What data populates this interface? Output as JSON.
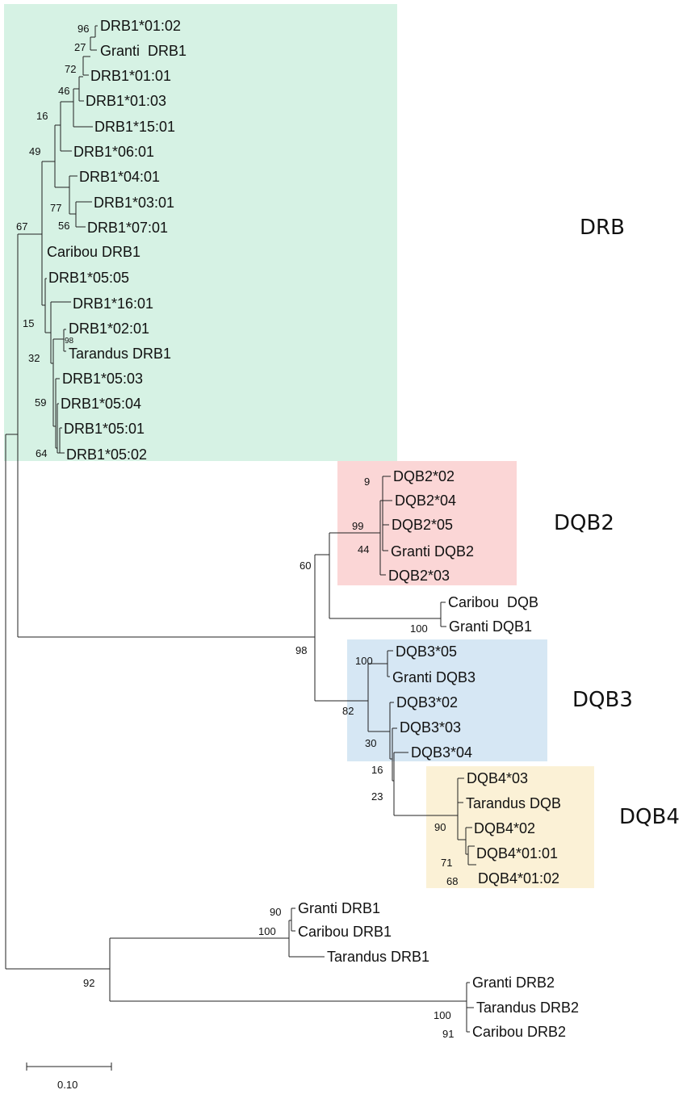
{
  "clades": {
    "drb": {
      "label": "DRB",
      "color": "#d6f2e4"
    },
    "dqb2": {
      "label": "DQB2",
      "color": "#fbd6d6"
    },
    "dqb3": {
      "label": "DQB3",
      "color": "#d6e7f4"
    },
    "dqb4": {
      "label": "DQB4",
      "color": "#fbf1d6"
    }
  },
  "leaves": [
    "DRB1*01:02",
    "Granti  DRB1",
    "DRB1*01:01",
    "DRB1*01:03",
    "DRB1*15:01",
    "DRB1*06:01",
    "DRB1*04:01",
    "DRB1*03:01",
    "DRB1*07:01",
    "Caribou DRB1",
    "DRB1*05:05",
    "DRB1*16:01",
    "DRB1*02:01",
    "Tarandus DRB1",
    "DRB1*05:03",
    "DRB1*05:04",
    "DRB1*05:01",
    "DRB1*05:02",
    "DQB2*02",
    "DQB2*04",
    "DQB2*05",
    "Granti DQB2",
    "DQB2*03",
    "Caribou  DQB",
    "Granti DQB1",
    "DQB3*05",
    "Granti DQB3",
    "DQB3*02",
    "DQB3*03",
    "DQB3*04",
    "DQB4*03",
    "Tarandus DQB",
    "DQB4*02",
    "DQB4*01:01",
    "DQB4*01:02",
    "Granti DRB1",
    "Caribou DRB1",
    "Tarandus DRB1",
    "Granti DRB2",
    "Tarandus DRB2",
    "Caribou DRB2"
  ],
  "bootstrap": [
    "96",
    "27",
    "72",
    "46",
    "16",
    "49",
    "77",
    "56",
    "67",
    "15",
    "98",
    "32",
    "59",
    "64",
    "9",
    "99",
    "44",
    "60",
    "100",
    "98",
    "100",
    "82",
    "30",
    "16",
    "23",
    "90",
    "71",
    "68",
    "90",
    "100",
    "92",
    "100",
    "91"
  ],
  "scale_bar": {
    "label": "0.10"
  }
}
